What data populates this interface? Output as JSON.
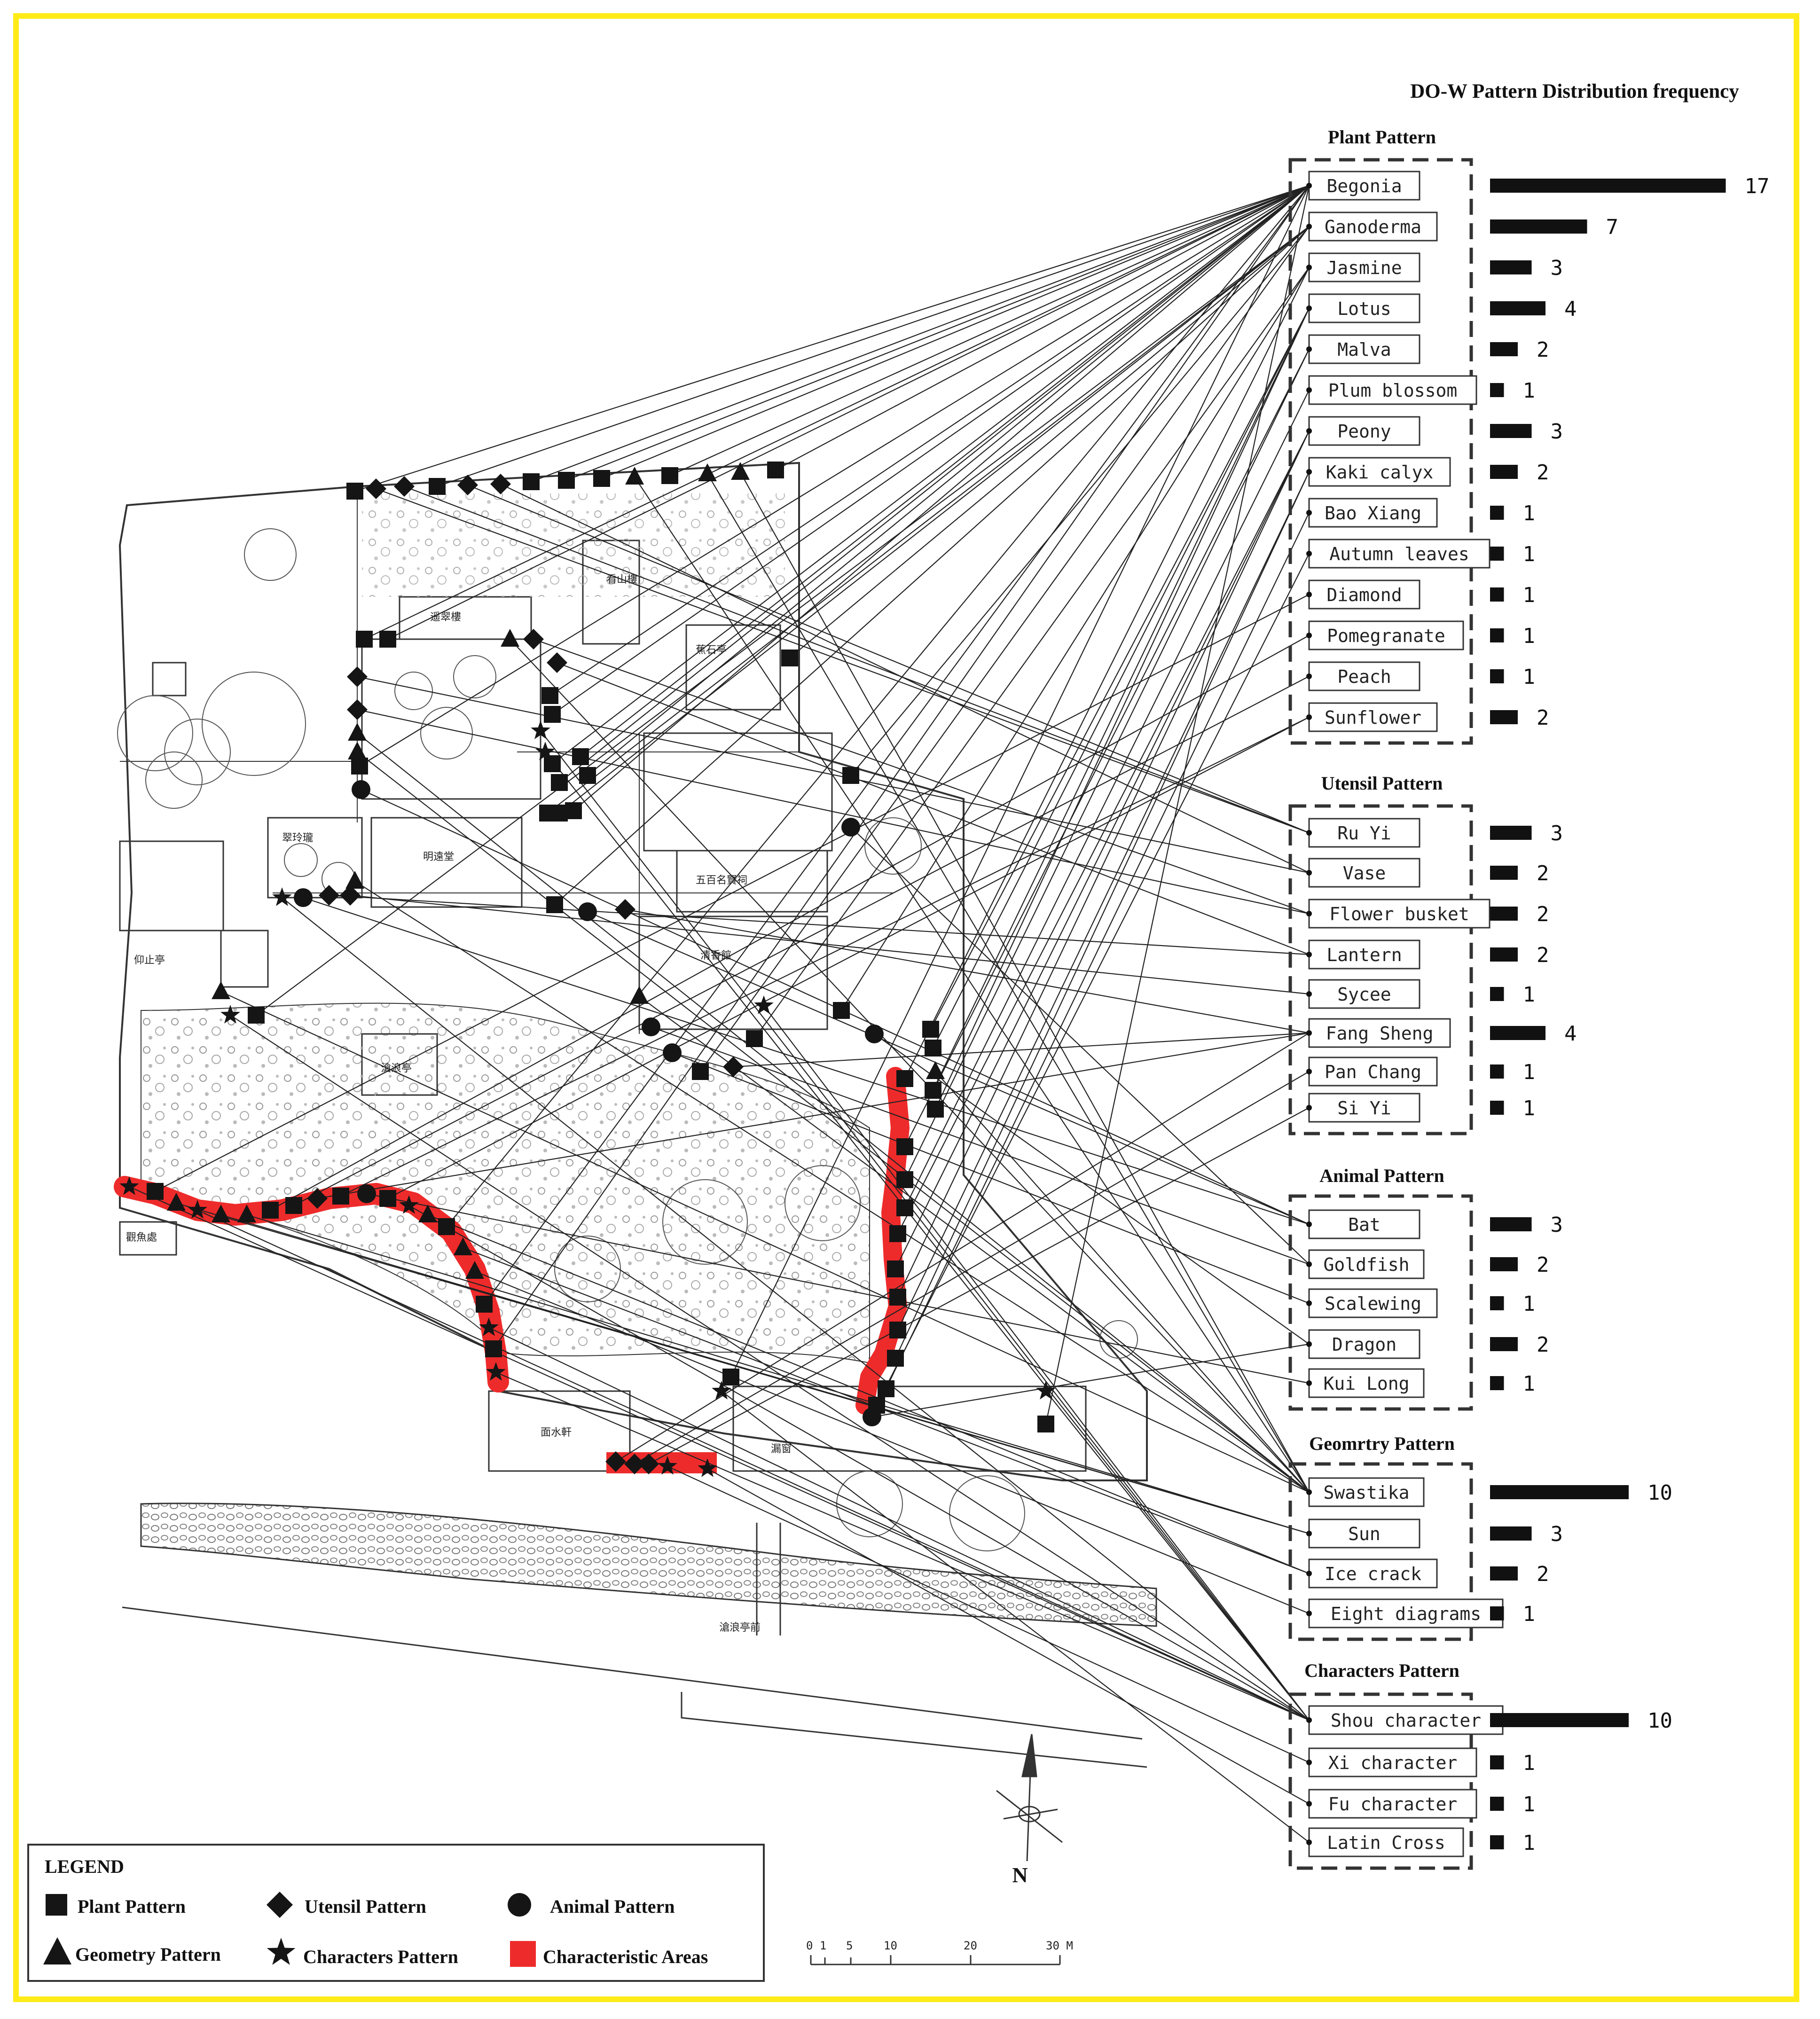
{
  "figure": {
    "title": "DO-W  Pattern  Distribution frequency",
    "frame_color": "#ffeb18",
    "characteristic_color": "#ee2b2b"
  },
  "groups": [
    {
      "key": "plant",
      "title": "Plant Pattern",
      "items": [
        {
          "label": "Begonia",
          "value": 17
        },
        {
          "label": "Ganoderma",
          "value": 7
        },
        {
          "label": "Jasmine",
          "value": 3
        },
        {
          "label": "Lotus",
          "value": 4
        },
        {
          "label": "Malva",
          "value": 2
        },
        {
          "label": "Plum blossom",
          "value": 1
        },
        {
          "label": "Peony",
          "value": 3
        },
        {
          "label": "Kaki calyx",
          "value": 2
        },
        {
          "label": "Bao Xiang",
          "value": 1
        },
        {
          "label": "Autumn leaves",
          "value": 1
        },
        {
          "label": "Diamond",
          "value": 1
        },
        {
          "label": "Pomegranate",
          "value": 1
        },
        {
          "label": "Peach",
          "value": 1
        },
        {
          "label": "Sunflower",
          "value": 2
        }
      ]
    },
    {
      "key": "utensil",
      "title": "Utensil Pattern",
      "items": [
        {
          "label": "Ru Yi",
          "value": 3
        },
        {
          "label": "Vase",
          "value": 2
        },
        {
          "label": "Flower busket",
          "value": 2
        },
        {
          "label": "Lantern",
          "value": 2
        },
        {
          "label": "Sycee",
          "value": 1
        },
        {
          "label": "Fang Sheng",
          "value": 4
        },
        {
          "label": "Pan Chang",
          "value": 1
        },
        {
          "label": "Si Yi",
          "value": 1
        }
      ]
    },
    {
      "key": "animal",
      "title": "Animal Pattern",
      "items": [
        {
          "label": "Bat",
          "value": 3
        },
        {
          "label": "Goldfish",
          "value": 2
        },
        {
          "label": "Scalewing",
          "value": 1
        },
        {
          "label": "Dragon",
          "value": 2
        },
        {
          "label": "Kui Long",
          "value": 1
        }
      ]
    },
    {
      "key": "geometry",
      "title": "Geomrtry Pattern",
      "items": [
        {
          "label": "Swastika",
          "value": 10
        },
        {
          "label": "Sun",
          "value": 3
        },
        {
          "label": "Ice crack",
          "value": 2
        },
        {
          "label": "Eight diagrams",
          "value": 1
        }
      ]
    },
    {
      "key": "characters",
      "title": "Characters Pattern",
      "items": [
        {
          "label": "Shou character",
          "value": 10
        },
        {
          "label": "Xi character",
          "value": 1
        },
        {
          "label": "Fu character",
          "value": 1
        },
        {
          "label": "Latin Cross",
          "value": 1
        }
      ]
    }
  ],
  "legend": {
    "title": "LEGEND",
    "items": [
      {
        "symbol": "square",
        "label": "Plant Pattern"
      },
      {
        "symbol": "diamond",
        "label": "Utensil Pattern"
      },
      {
        "symbol": "circle",
        "label": "Animal Pattern"
      },
      {
        "symbol": "triangle",
        "label": "Geometry Pattern"
      },
      {
        "symbol": "star",
        "label": "Characters Pattern"
      },
      {
        "symbol": "red-area",
        "label": "Characteristic Areas"
      }
    ]
  },
  "scale_bar": {
    "ticks": [
      "0 1",
      "5",
      "10",
      "20",
      "30 M"
    ]
  },
  "north_label": "N",
  "map_labels": [
    "遥翠樓",
    "蕉石亭",
    "明遠堂",
    "五百名賢祠",
    "清香館",
    "面水軒",
    "滄浪亭",
    "漏窗",
    "觀魚處",
    "滄浪亭前",
    "翠玲瓏",
    "看山樓",
    "仰止亭"
  ]
}
